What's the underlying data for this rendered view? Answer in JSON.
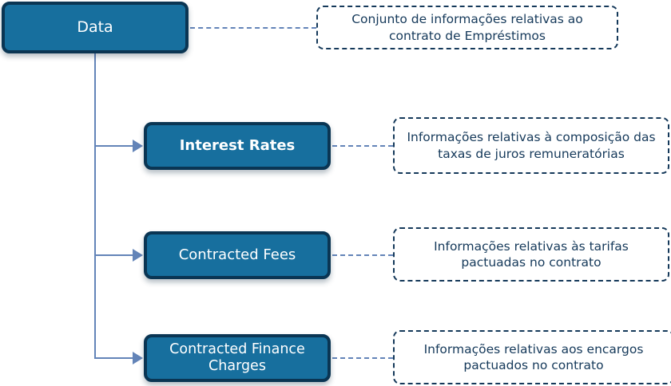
{
  "diagram": {
    "type": "tree",
    "title": "Data structure tree with descriptive notes",
    "colors": {
      "node_fill": "#176f9e",
      "node_border": "#0a3553",
      "node_text": "#ffffff",
      "note_border": "#15395a",
      "note_text": "#15395a",
      "note_fill": "#ffffff",
      "connector": "#6384b8"
    },
    "root": {
      "label": "Data",
      "note": "Conjunto de informações relativas ao contrato de Empréstimos"
    },
    "children": [
      {
        "label": "Interest Rates",
        "note": "Informações relativas à composição das taxas de juros remuneratórias"
      },
      {
        "label": "Contracted Fees",
        "note": "Informações relativas às tarifas pactuadas no contrato"
      },
      {
        "label": "Contracted Finance Charges",
        "note": "Informações relativas aos encargos pactuados no contrato"
      }
    ]
  }
}
